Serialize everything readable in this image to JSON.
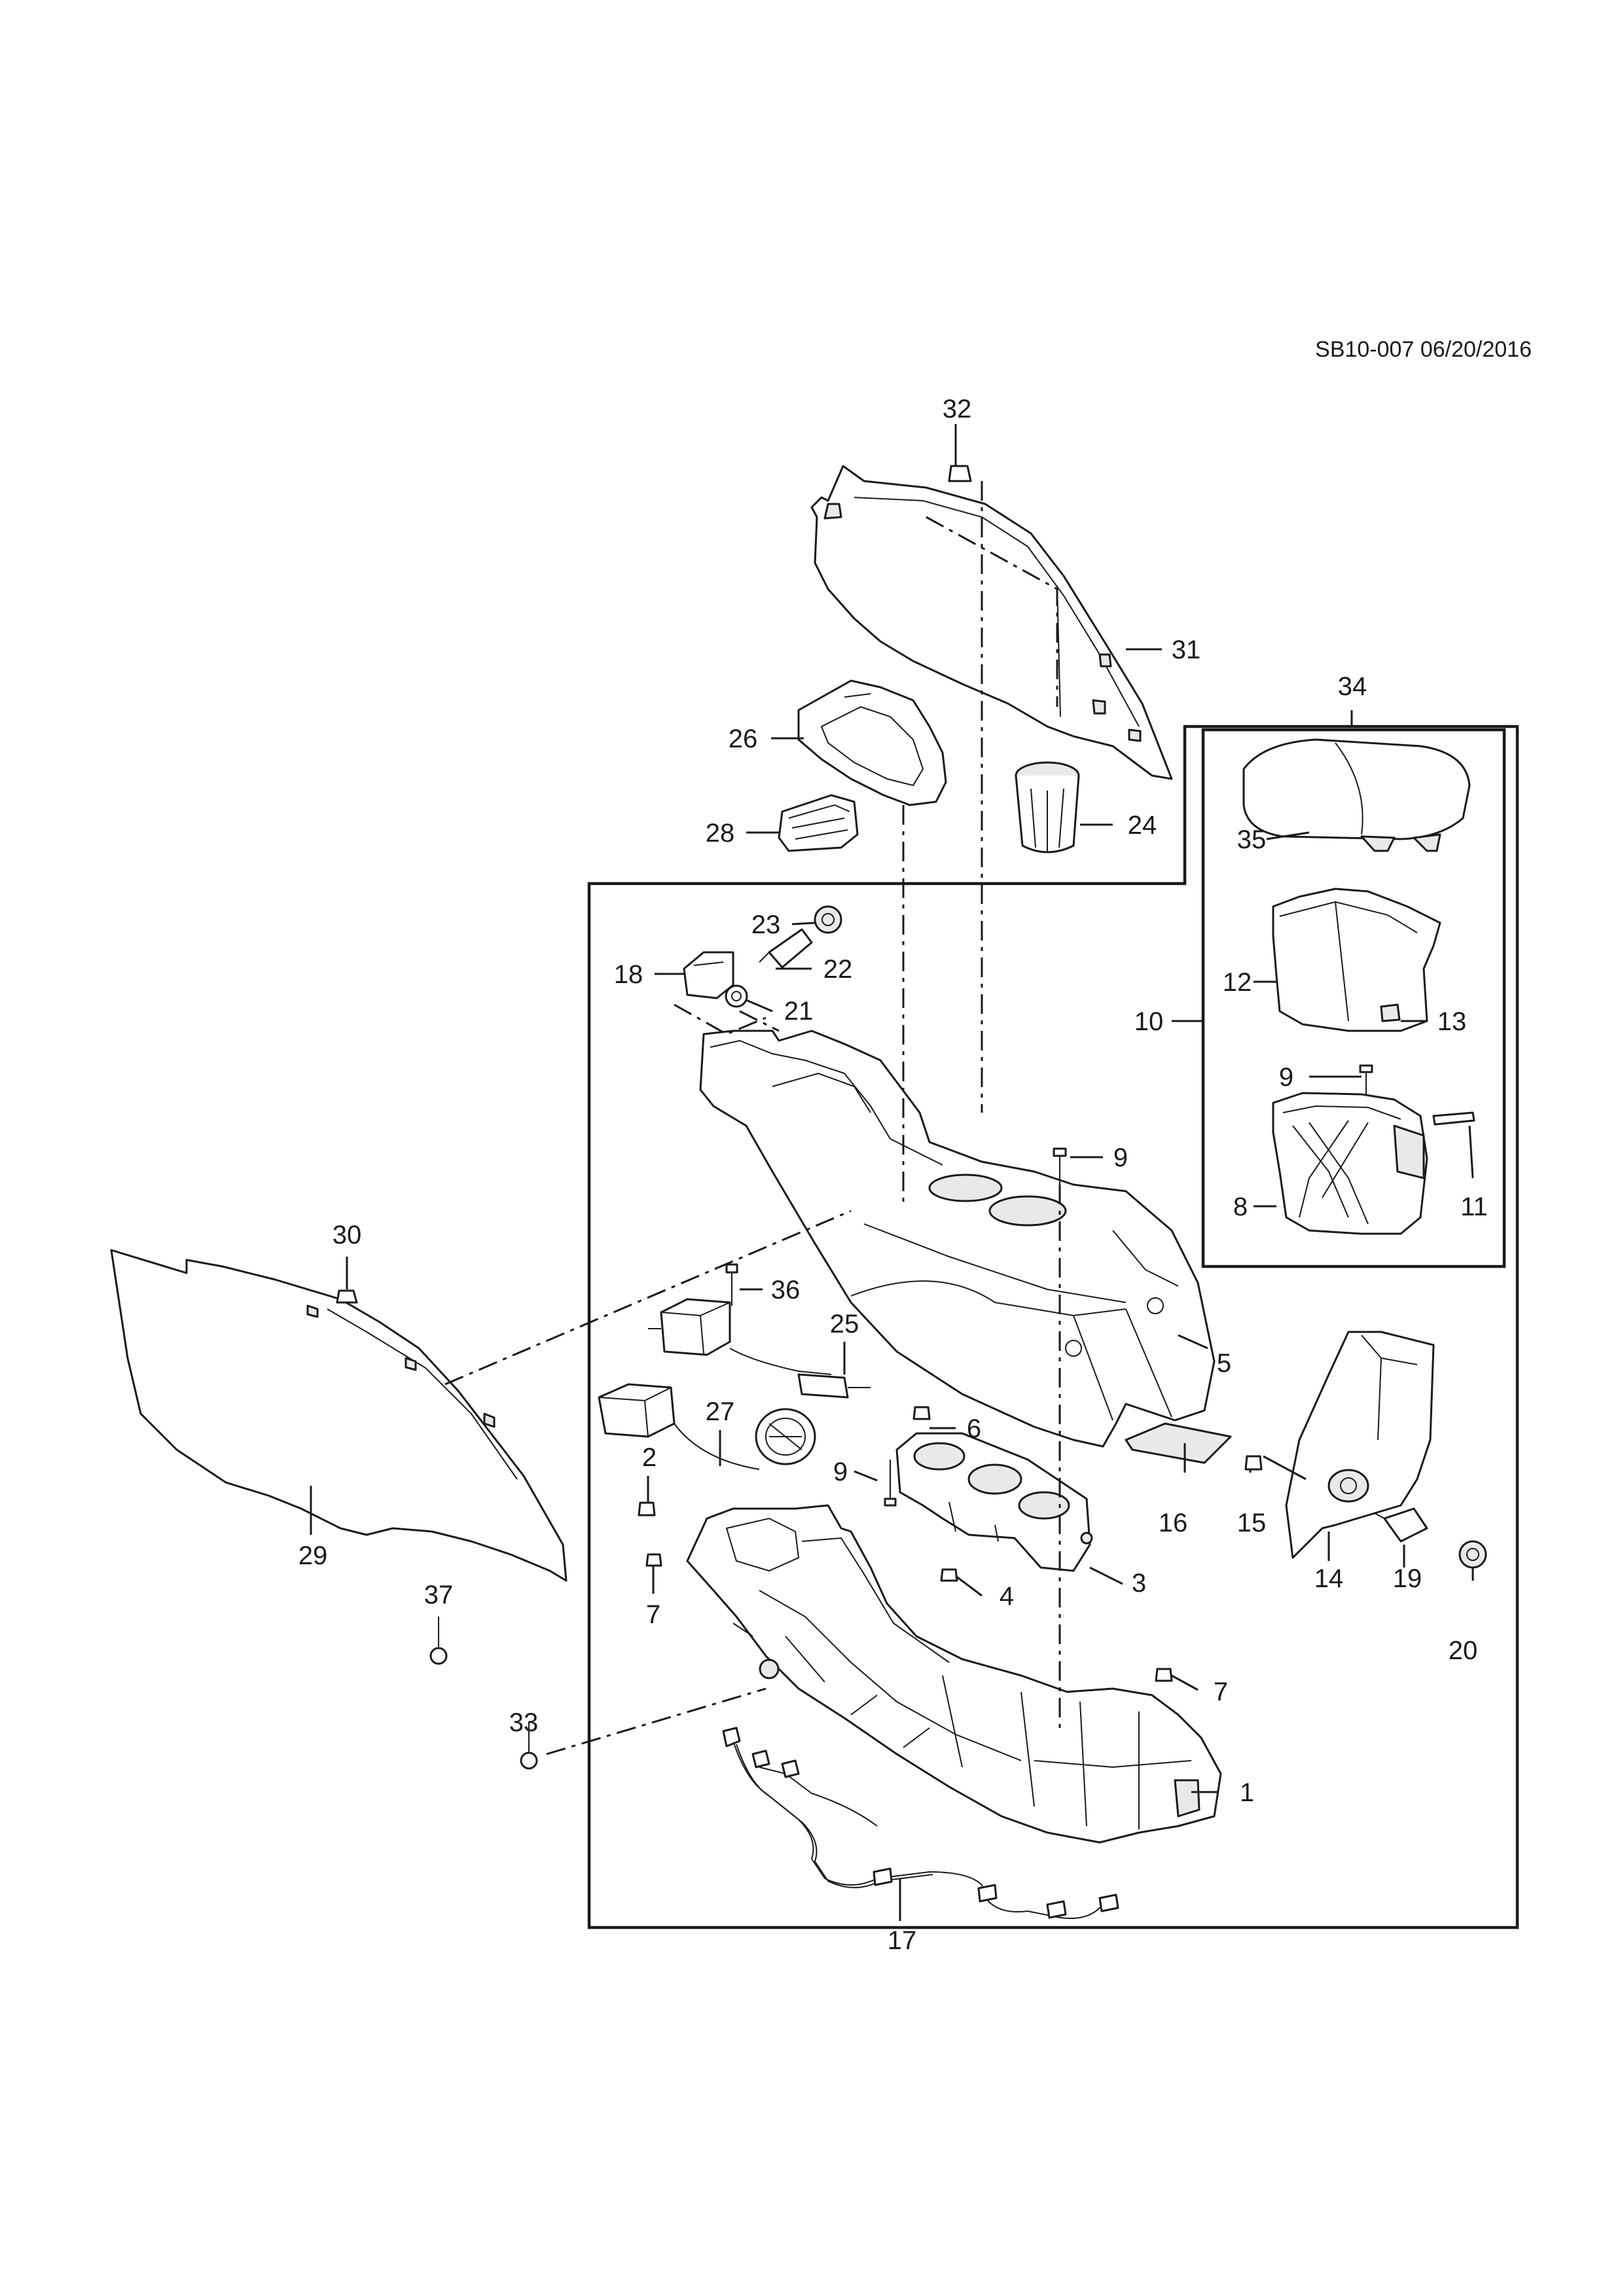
{
  "reference": "SB10-007 06/20/2016",
  "callouts": {
    "c1": "1",
    "c2": "2",
    "c3": "3",
    "c4": "4",
    "c5": "5",
    "c6": "6",
    "c7a": "7",
    "c7b": "7",
    "c8": "8",
    "c9a": "9",
    "c9b": "9",
    "c9c": "9",
    "c10": "10",
    "c11": "11",
    "c12": "12",
    "c13": "13",
    "c14": "14",
    "c15": "15",
    "c16": "16",
    "c17": "17",
    "c18": "18",
    "c19": "19",
    "c20": "20",
    "c21": "21",
    "c22": "22",
    "c23": "23",
    "c24": "24",
    "c25": "25",
    "c26": "26",
    "c27": "27",
    "c28": "28",
    "c29": "29",
    "c30": "30",
    "c31": "31",
    "c32": "32",
    "c33": "33",
    "c34": "34",
    "c35": "35",
    "c36": "36",
    "c37": "37"
  }
}
